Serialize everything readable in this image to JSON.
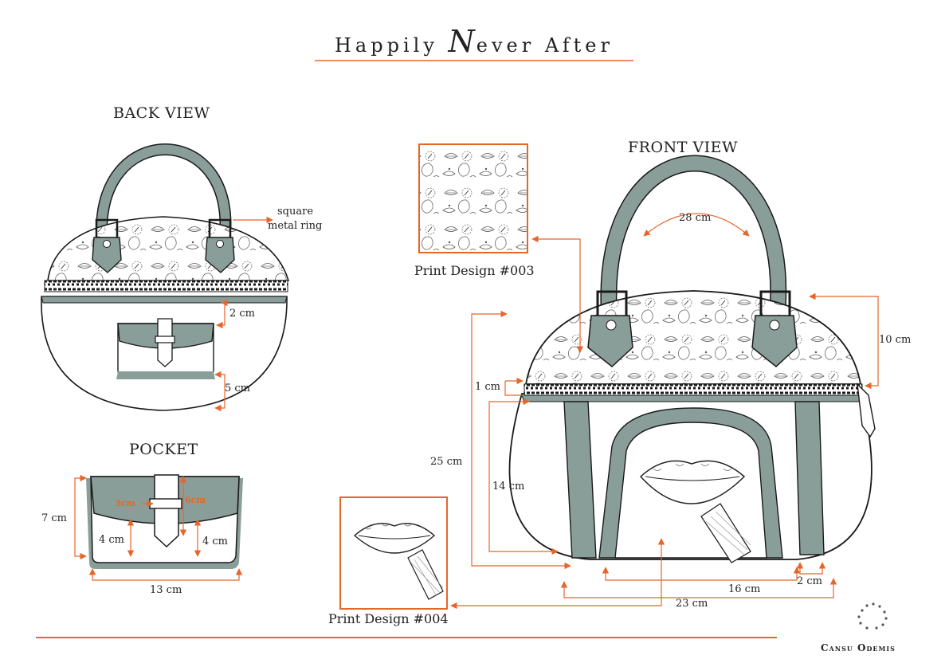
{
  "title": {
    "part1": "Happily",
    "big": "N",
    "part2": "ever After"
  },
  "views": {
    "back": "BACK VIEW",
    "front": "FRONT VIEW",
    "pocket": "POCKET"
  },
  "annotations": {
    "ring_line1": "square",
    "ring_line2": "metal ring"
  },
  "prints": {
    "p003": "Print Design  #003",
    "p004": "Print Design  #004"
  },
  "measurements": {
    "back_zip": "2 cm",
    "back_pocket": "5 cm",
    "pocket_height": "7 cm",
    "pocket_left": "4 cm",
    "pocket_right": "4 cm",
    "pocket_width": "13 cm",
    "pocket_tab_w": "3cm",
    "pocket_tab_h": "6cm",
    "handle": "28 cm",
    "top_height": "10 cm",
    "zip": "1 cm",
    "total_height": "25 cm",
    "pocket_front_h": "14 cm",
    "pocket_front_w": "16 cm",
    "strap": "2 cm",
    "total_width": "23 cm"
  },
  "designer": "Cansu Odemis",
  "colors": {
    "accent": "#e8652a",
    "leather": "#8a9e99",
    "outline": "#1a1a1a"
  }
}
